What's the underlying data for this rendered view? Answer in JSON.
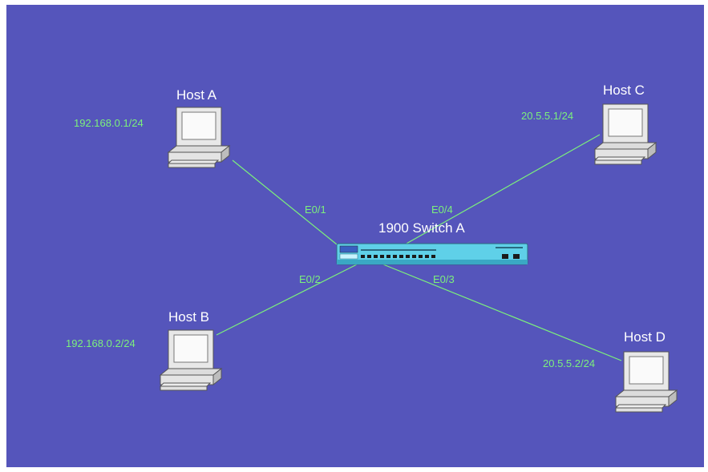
{
  "diagram": {
    "switch": {
      "label": "1900 Switch A"
    },
    "hosts": [
      {
        "id": "a",
        "name": "Host A",
        "ip": "192.168.0.1/24",
        "port": "E0/1"
      },
      {
        "id": "b",
        "name": "Host B",
        "ip": "192.168.0.2/24",
        "port": "E0/2"
      },
      {
        "id": "c",
        "name": "Host C",
        "ip": "20.5.5.1/24",
        "port": "E0/4"
      },
      {
        "id": "d",
        "name": "Host D",
        "ip": "20.5.5.2/24",
        "port": "E0/3"
      }
    ],
    "colors": {
      "background": "#5555bb",
      "link": "#7cf07c",
      "label": "#ffffff",
      "switch_body": "#5fd0e8"
    }
  }
}
